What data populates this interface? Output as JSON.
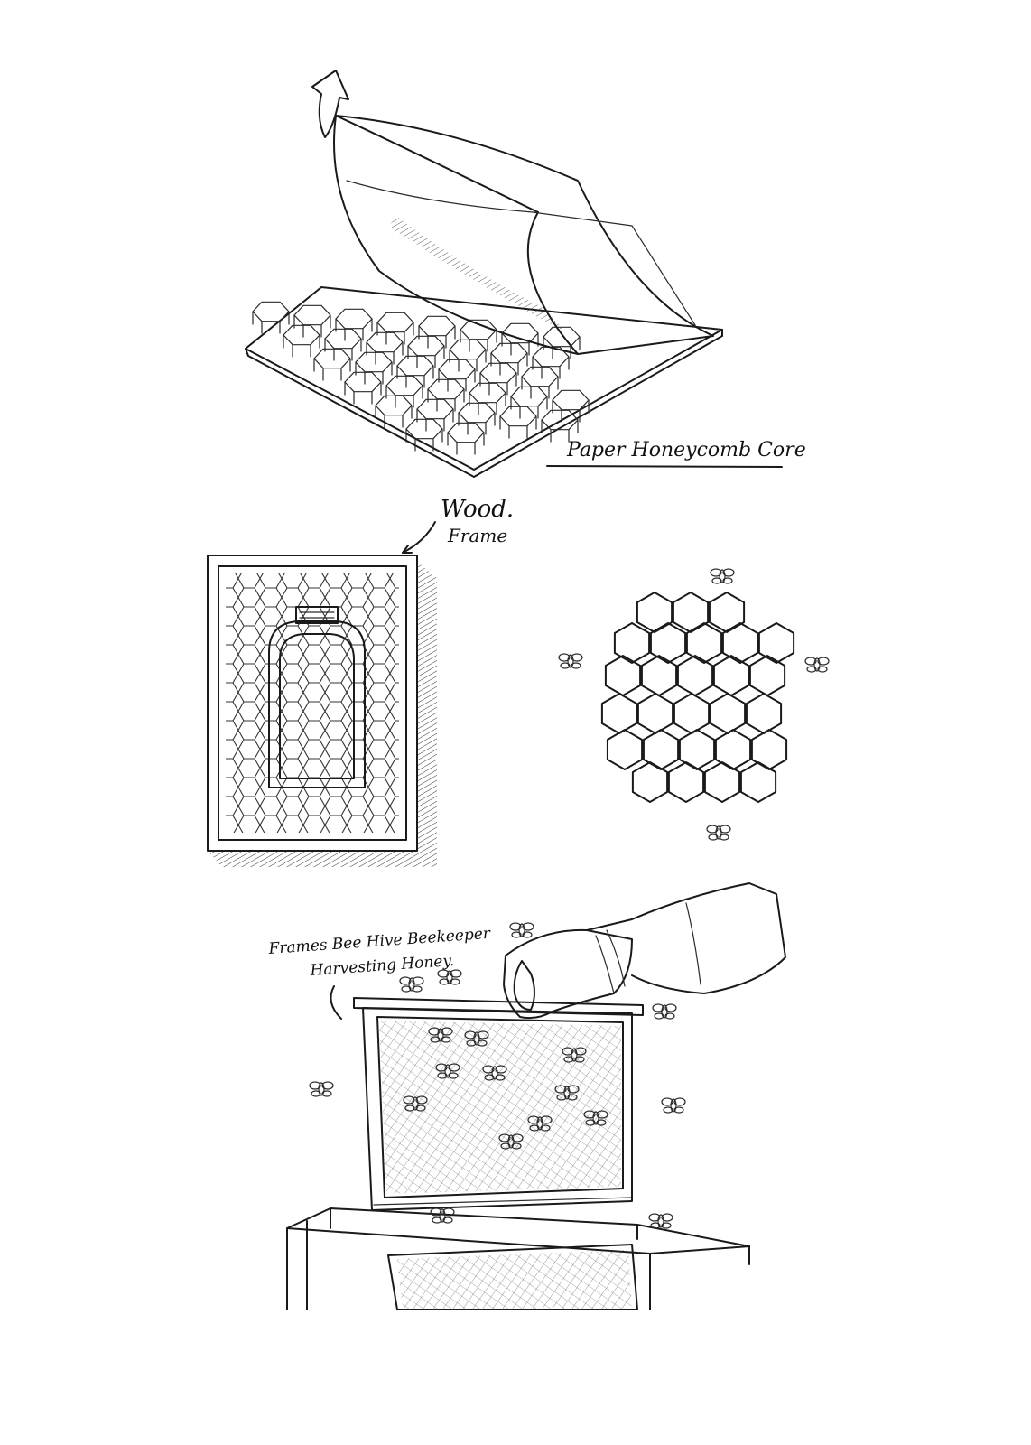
{
  "captions": {
    "paper_core": "Paper Honeycomb Core",
    "wood_line1": "Wood.",
    "wood_line2": "Frame",
    "hive_line1": "Frames Bee Hive Beekeeper",
    "hive_line2": "Harvesting Honey."
  },
  "colors": {
    "ink": "#1a1a1a",
    "paper": "#ffffff"
  },
  "icons": [
    "arrow-up-icon",
    "bee-icon",
    "bottle-icon",
    "glove-hand-icon"
  ]
}
